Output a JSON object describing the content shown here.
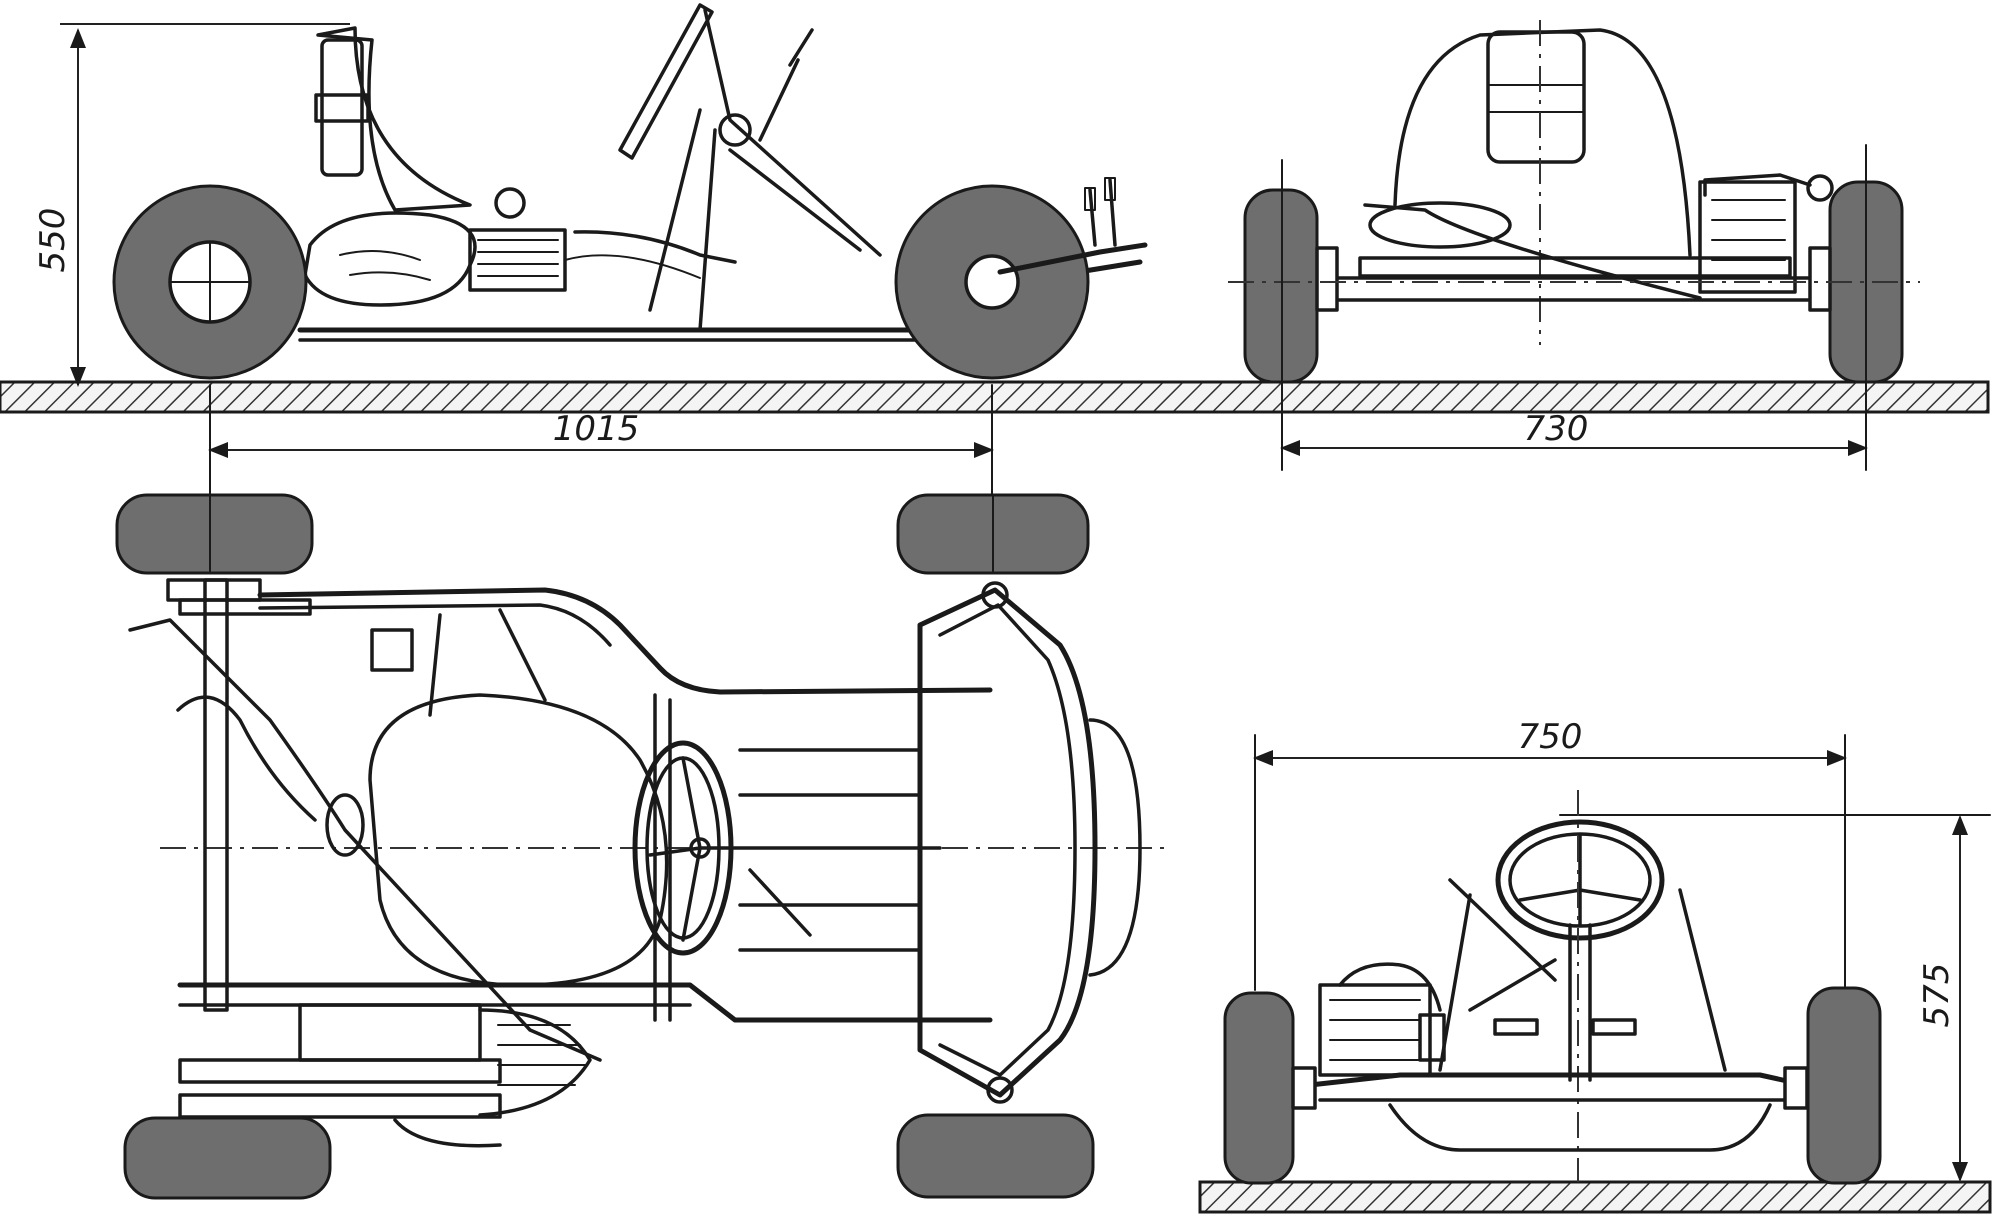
{
  "dimensions": {
    "height_side": "550",
    "wheelbase": "1015",
    "track_rear": "730",
    "track_front": "750",
    "height_front": "575"
  },
  "colors": {
    "ink": "#1a1a1a",
    "tire_fill": "#6e6e6e",
    "background": "#ffffff"
  }
}
